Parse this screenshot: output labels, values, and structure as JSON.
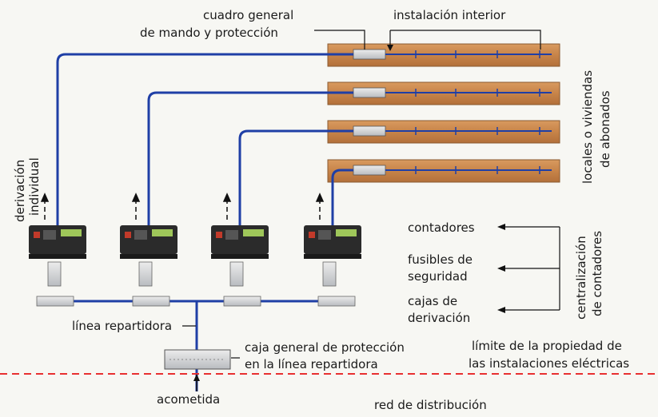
{
  "labels": {
    "cuadro_line1": "cuadro general",
    "cuadro_line2": "de mando y protección",
    "instalacion_interior": "instalación interior",
    "locales_line1": "locales o viviendas",
    "locales_line2": "de abonados",
    "derivacion_line1": "derivación",
    "derivacion_line2": "individual",
    "contadores": "contadores",
    "fusibles_line1": "fusibles de",
    "fusibles_line2": "seguridad",
    "cajas_line1": "cajas de",
    "cajas_line2": "derivación",
    "centralizacion_line1": "centralización",
    "centralizacion_line2": "de contadores",
    "linea_repartidora": "línea repartidora",
    "caja_general_line1": "caja general de protección",
    "caja_general_line2": "en la línea repartidora",
    "limite_line1": "límite de la propiedad de",
    "limite_line2": "las instalaciones eléctricas",
    "acometida": "acometida",
    "red_distribucion": "red de distribución"
  },
  "colors": {
    "cable": "#1f3fa6",
    "wood": "#c9874e",
    "wood_dark": "#a8683a",
    "boundary": "#e83030",
    "meter": "#2b2b2b"
  },
  "households": 4,
  "meter_units": 4
}
